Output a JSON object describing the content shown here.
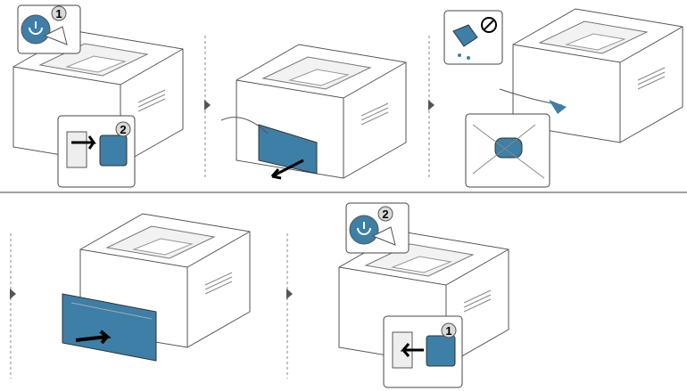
{
  "colors": {
    "accent": "#3d7fa6",
    "line": "#555555",
    "fill": "#ffffff",
    "badge": "#d9d9d9"
  },
  "steps": [
    {
      "badges": [
        "1",
        "2"
      ]
    },
    {
      "badges": []
    },
    {
      "badges": []
    },
    {
      "badges": []
    },
    {
      "badges": [
        "2",
        "1"
      ]
    }
  ]
}
